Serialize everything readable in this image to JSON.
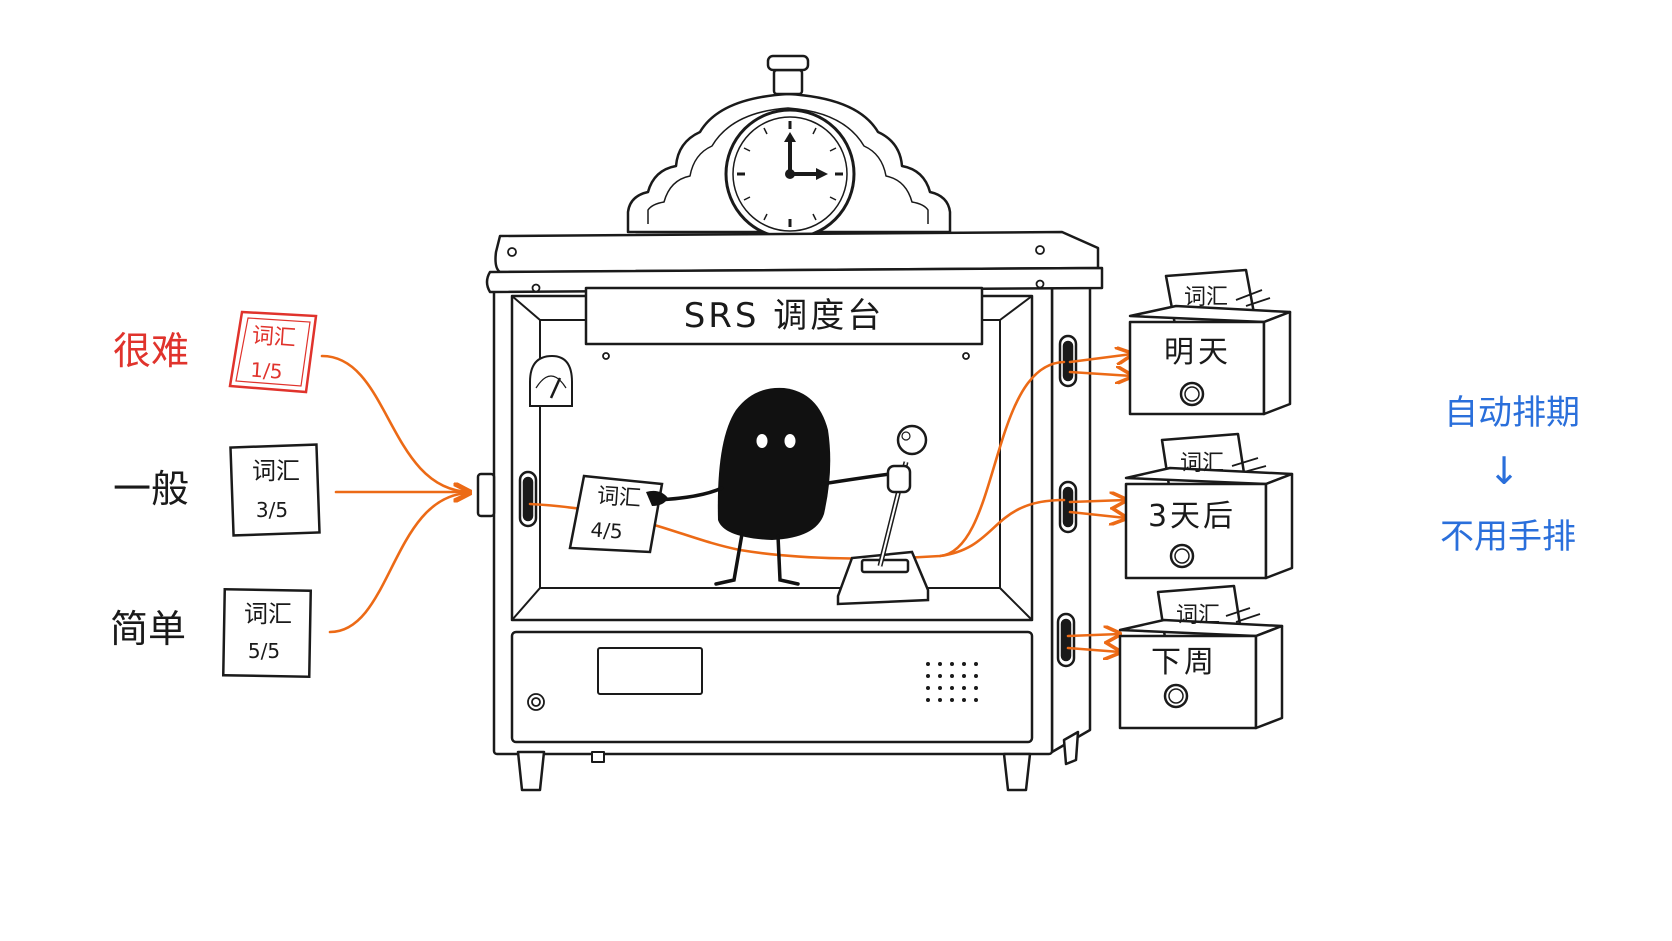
{
  "inputs": {
    "difficulty_hard": "很难",
    "difficulty_medium": "一般",
    "difficulty_easy": "简单",
    "card_hard": {
      "title": "词汇",
      "score": "1/5"
    },
    "card_medium": {
      "title": "词汇",
      "score": "3/5"
    },
    "card_easy": {
      "title": "词汇",
      "score": "5/5"
    }
  },
  "machine": {
    "title": "SRS 调度台",
    "held_card": {
      "title": "词汇",
      "score": "4/5"
    }
  },
  "outputs": {
    "box_tomorrow": {
      "card": "词汇",
      "label": "明天"
    },
    "box_three_days": {
      "card": "词汇",
      "label": "3天后"
    },
    "box_next_week": {
      "card": "词汇",
      "label": "下周"
    }
  },
  "note": {
    "line1": "自动排期",
    "arrow": "↓",
    "line2": "不用手排"
  },
  "colors": {
    "hard": "#e0332c",
    "flow": "#ec6a16",
    "note": "#2a6fdb",
    "ink": "#1a1a1a"
  }
}
